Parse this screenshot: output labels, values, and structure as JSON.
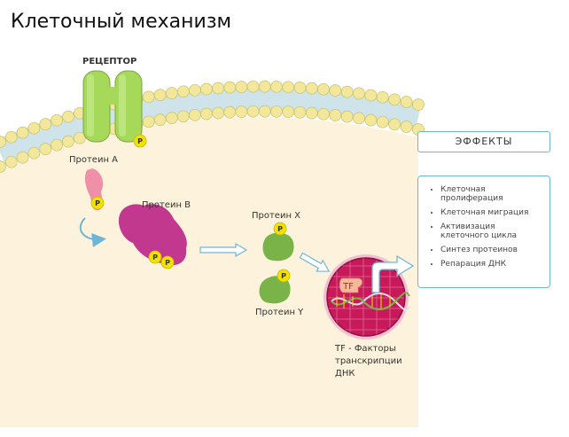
{
  "title": "Клеточный механизм",
  "labels": {
    "receptor": "РЕЦЕПТОР",
    "protein_a": "Протеин А",
    "protein_b": "Протеин В",
    "protein_x": "Протеин X",
    "protein_y": "Протеин Y",
    "tf_badge": "TF",
    "phosphate": "P",
    "tf_caption": [
      "TF - Факторы",
      "транскрипции",
      "ДНК"
    ]
  },
  "effects": {
    "header": "ЭФФЕКТЫ",
    "items": [
      [
        "Клеточная",
        "пролиферация"
      ],
      [
        "Клеточная миграция"
      ],
      [
        "Активизация",
        "клеточного цикла"
      ],
      [
        "Синтез протеинов"
      ],
      [
        "Репарация ДНК"
      ]
    ]
  },
  "colors": {
    "cytoplasm": "#fdf3dd",
    "membrane_bead": "#f2e79a",
    "membrane_bead_stroke": "#c9c06a",
    "membrane_tail": "#cfe3ea",
    "receptor": "#a6d95a",
    "protein_a": "#f08fa8",
    "protein_b": "#c2388f",
    "protein_xy": "#7ab348",
    "nucleus": "#c81a5a",
    "phosphate": "#f2e200",
    "accent_blue": "#6fb6d6"
  }
}
